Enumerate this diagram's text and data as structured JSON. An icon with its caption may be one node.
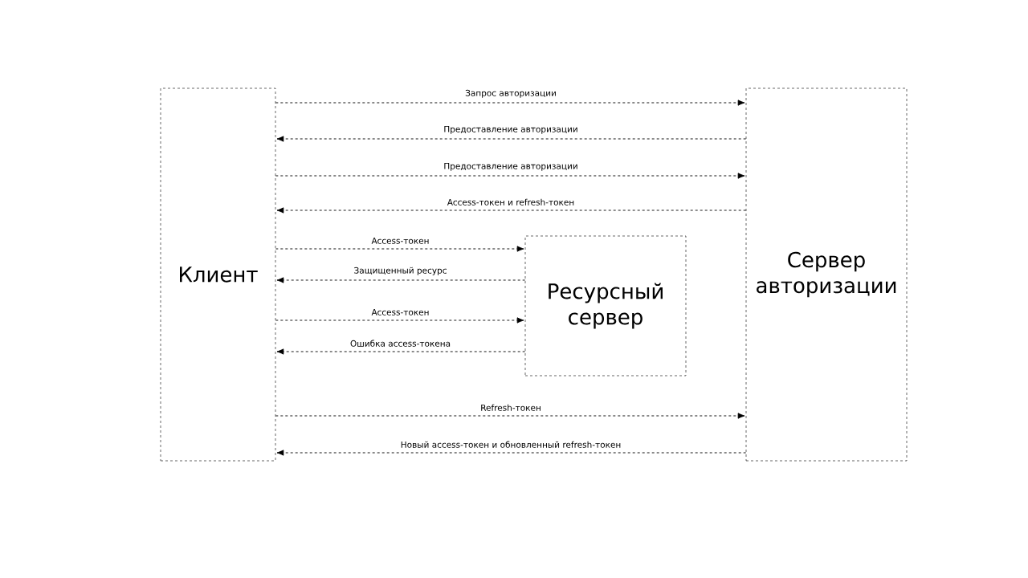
{
  "diagram": {
    "nodes": [
      {
        "text": [
          "Клиент"
        ]
      },
      {
        "text": [
          "Сервер авторизации"
        ]
      },
      {
        "text": [
          "Ресурсный сервер"
        ]
      }
    ],
    "edges": [
      {
        "from": 0,
        "to": 1,
        "arrow": "to",
        "label": "Запрос авторизации",
        "style": "dashed"
      },
      {
        "from": 1,
        "to": 0,
        "arrow": "to",
        "label": "Предоставление авторизации",
        "style": "dashed"
      },
      {
        "from": 0,
        "to": 1,
        "arrow": "to",
        "label": "Предоставление авторизации",
        "style": "dashed"
      },
      {
        "from": 1,
        "to": 0,
        "arrow": "to",
        "label": "Access-токен и refresh-токен",
        "style": "dashed"
      },
      {
        "from": 0,
        "to": 2,
        "arrow": "to",
        "label": "Access-токен",
        "style": "dashed"
      },
      {
        "from": 2,
        "to": 0,
        "arrow": "to",
        "label": "Защищенный ресурс",
        "style": "dashed"
      },
      {
        "from": 0,
        "to": 2,
        "arrow": "to",
        "label": "Access-токен",
        "style": "dashed"
      },
      {
        "from": 2,
        "to": 0,
        "arrow": "to",
        "label": "Ошибка access-токена",
        "style": "dashed"
      },
      {
        "from": 0,
        "to": 1,
        "arrow": "to",
        "label": "Refresh-токен",
        "style": "dashed"
      },
      {
        "from": 1,
        "to": 0,
        "arrow": "to",
        "label": "Новый access-токен и обновленный refresh-токен",
        "style": "dashed"
      }
    ]
  }
}
